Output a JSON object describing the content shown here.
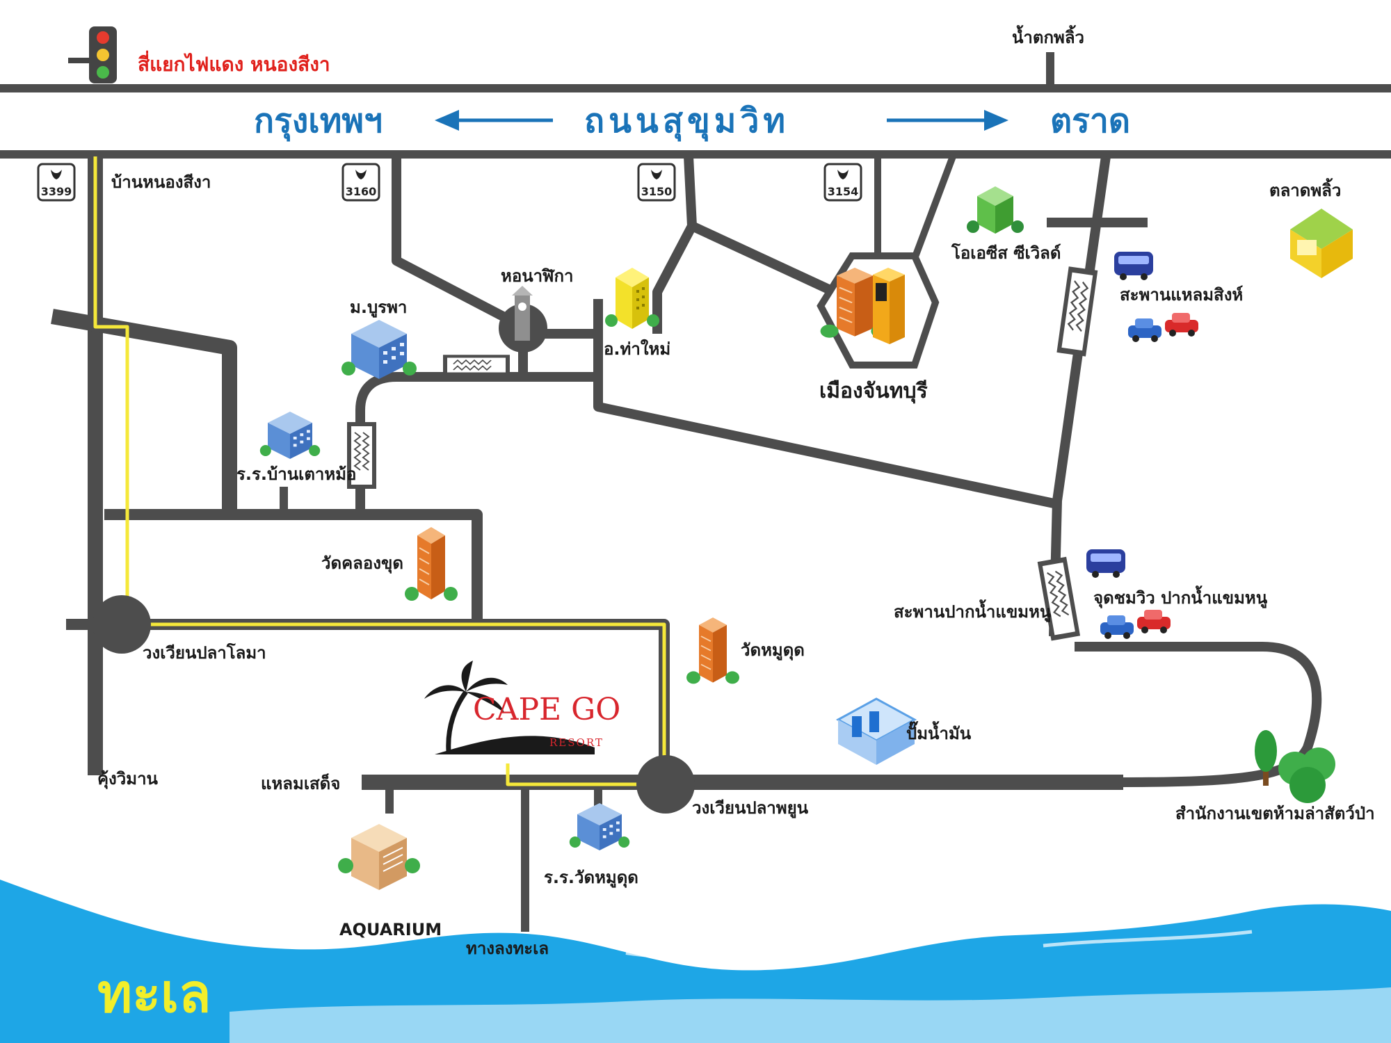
{
  "highway": {
    "name": "ถนนสุขุมวิท",
    "west_direction": "กรุงเทพฯ",
    "east_direction": "ตราด"
  },
  "top_labels": {
    "traffic_light": "สี่แยกไฟแดง  หนองสีงา",
    "nam_tok_phlio": "น้ำตกพลิ้ว"
  },
  "route_shields": [
    "3399",
    "3160",
    "3150",
    "3154"
  ],
  "places": {
    "ban_nong_si_nga": "บ้านหนองสีงา",
    "burapha_univ": "ม.บูรพา",
    "hona_phika": "หอนาฬิกา",
    "tha_mai": "อ.ท่าใหม่",
    "mueang_chanthaburi": "เมืองจันทบุรี",
    "oasis_seaview": "โอเอซีส  ซีเวิลด์",
    "talat_phlio": "ตลาดพลิ้ว",
    "saphan_laem_sing": "สะพานแหลมสิงห์",
    "school_ban_tao_mo": "ร.ร.บ้านเตาหม้อ",
    "wat_khlong_khut": "วัดคลองขุด",
    "saphan_pak_nam_khaem_nu": "สะพานปากน้ำแขมหนู",
    "viewpoint": "จุดชมวิว  ปากน้ำแขมหนู",
    "wongwian_pla_loma": "วงเวียนปลาโลมา",
    "wat_mu_dut": "วัดหมูดุด",
    "gas_station": "ปั๊มน้ำมัน",
    "khung_wiman": "คุ้งวิมาน",
    "laem_sadet": "แหลมเสด็จ",
    "wongwian_pla_phayun": "วงเวียนปลาพยูน",
    "wildlife_office": "สำนักงานเขตห้ามล่าสัตว์ป่า",
    "school_wat_mu_dut": "ร.ร.วัดหมูดุด",
    "aquarium": "AQUARIUM",
    "beach_access": "ทางลงทะเล",
    "sea": "ทะเล"
  },
  "logo": {
    "name": "CAPE GO",
    "sub": "RESORT"
  },
  "colors": {
    "road": "#4d4d4d",
    "route_highlight": "#f5e83a",
    "highway_text": "#1a73b8",
    "sea": "#1ea6e6",
    "red_text": "#e0201b"
  },
  "icons": [
    "traffic-light-icon",
    "highway-shield-icon",
    "building-icon",
    "clock-tower-icon",
    "bridge-icon",
    "car-icon",
    "van-icon",
    "tree-icon",
    "gas-station-icon",
    "palm-tree-icon",
    "market-icon"
  ]
}
